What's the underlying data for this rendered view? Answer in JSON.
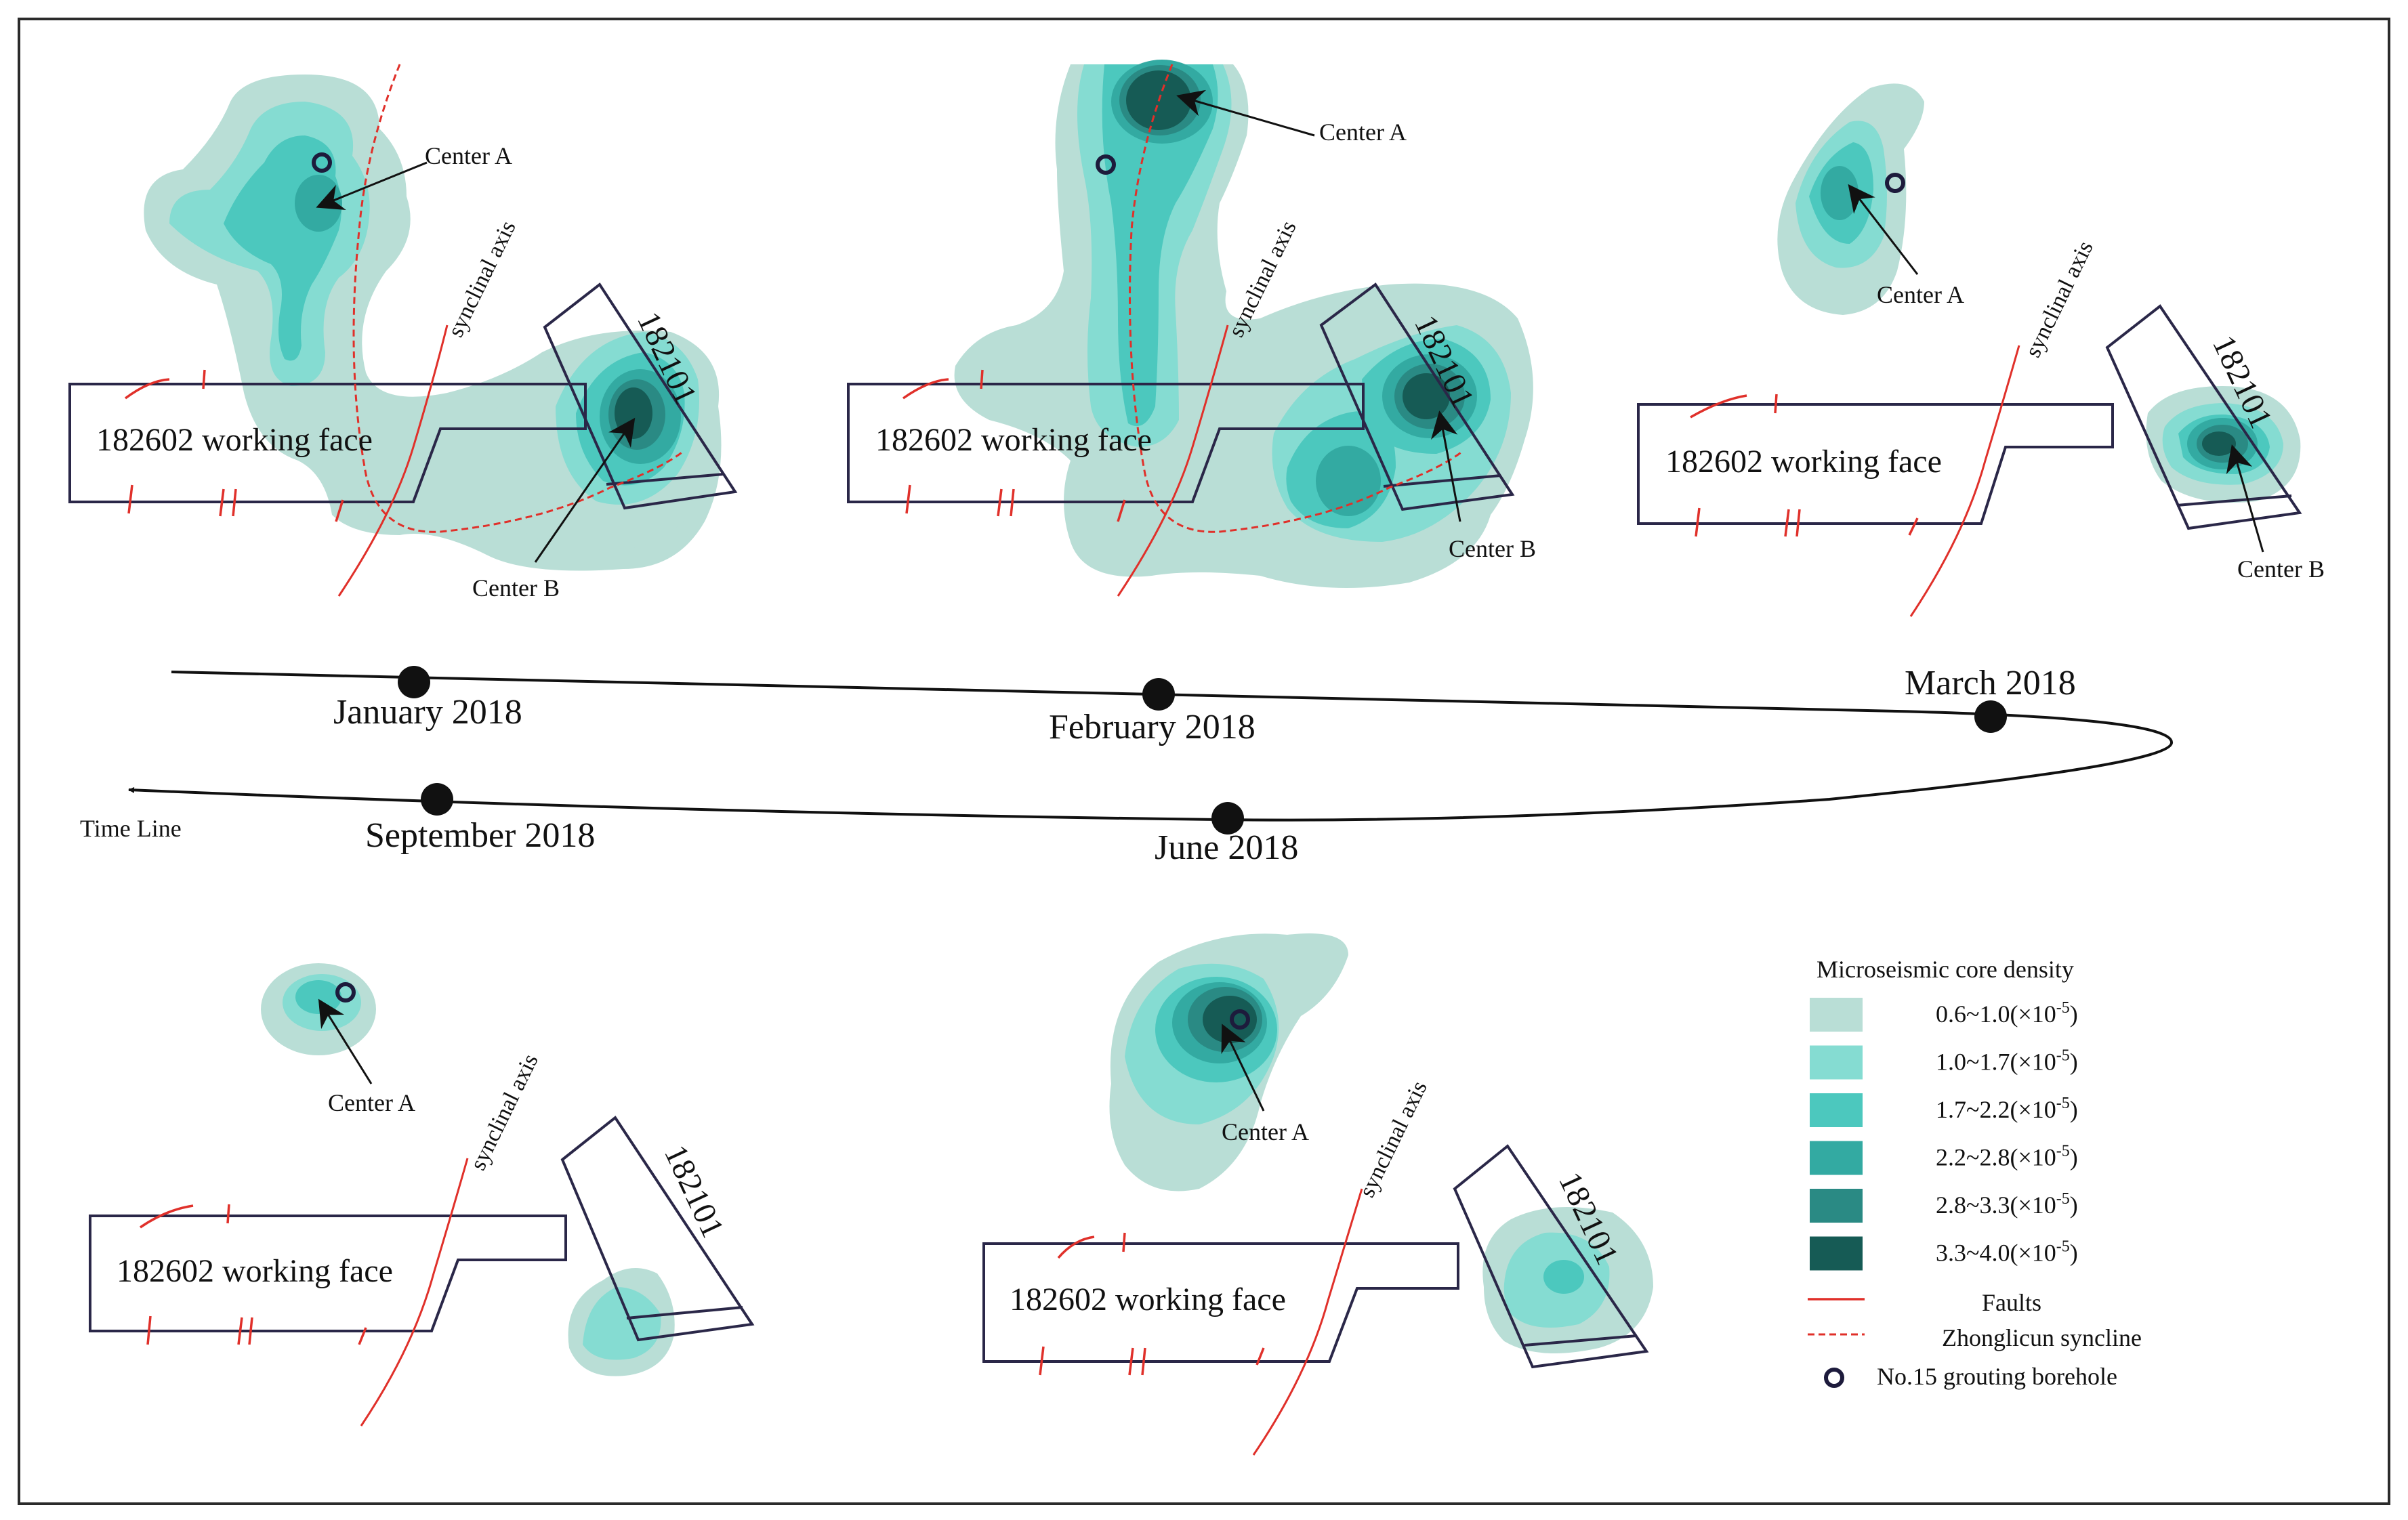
{
  "colors": {
    "frame": "#2b2b2b",
    "face_outline": "#2a2748",
    "fault": "#e0302a",
    "syncline": "#e0302a",
    "timeline": "#111111",
    "borehole": "#1d1b3c"
  },
  "density_levels": [
    {
      "range": "0.6~1.0(×10",
      "exp": "-5",
      "close": ")",
      "color": "#b9ded6"
    },
    {
      "range": "1.0~1.7(×10",
      "exp": "-5",
      "close": ")",
      "color": "#85dcd2"
    },
    {
      "range": "1.7~2.2(×10",
      "exp": "-5",
      "close": ")",
      "color": "#4cc8be"
    },
    {
      "range": "2.2~2.8(×10",
      "exp": "-5",
      "close": ")",
      "color": "#33aaa2"
    },
    {
      "range": "2.8~3.3(×10",
      "exp": "-5",
      "close": ")",
      "color": "#2a8a84"
    },
    {
      "range": "3.3~4.0(×10",
      "exp": "-5",
      "close": ")",
      "color": "#165b55"
    }
  ],
  "legend": {
    "title": "Microseismic core density",
    "faults": "Faults",
    "syncline": "Zhonglicun syncline",
    "borehole": "No.15 grouting borehole"
  },
  "timeline": {
    "label": "Time Line",
    "months": [
      "January 2018",
      "February 2018",
      "March 2018",
      "June 2018",
      "September 2018"
    ]
  },
  "panels": [
    {
      "month": "January 2018",
      "face": "182602 working face",
      "face2": "182101",
      "axis": "synclinal axis",
      "center_a": "Center A",
      "center_b": "Center B"
    },
    {
      "month": "February 2018",
      "face": "182602 working face",
      "face2": "182101",
      "axis": "synclinal axis",
      "center_a": "Center A",
      "center_b": "Center B"
    },
    {
      "month": "March 2018",
      "face": "182602 working face",
      "face2": "182101",
      "axis": "synclinal axis",
      "center_a": "Center A",
      "center_b": "Center B"
    },
    {
      "month": "September 2018",
      "face": "182602 working face",
      "face2": "182101",
      "axis": "synclinal axis",
      "center_a": "Center A"
    },
    {
      "month": "June 2018",
      "face": "182602 working face",
      "face2": "182101",
      "axis": "synclinal axis",
      "center_a": "Center A"
    }
  ]
}
